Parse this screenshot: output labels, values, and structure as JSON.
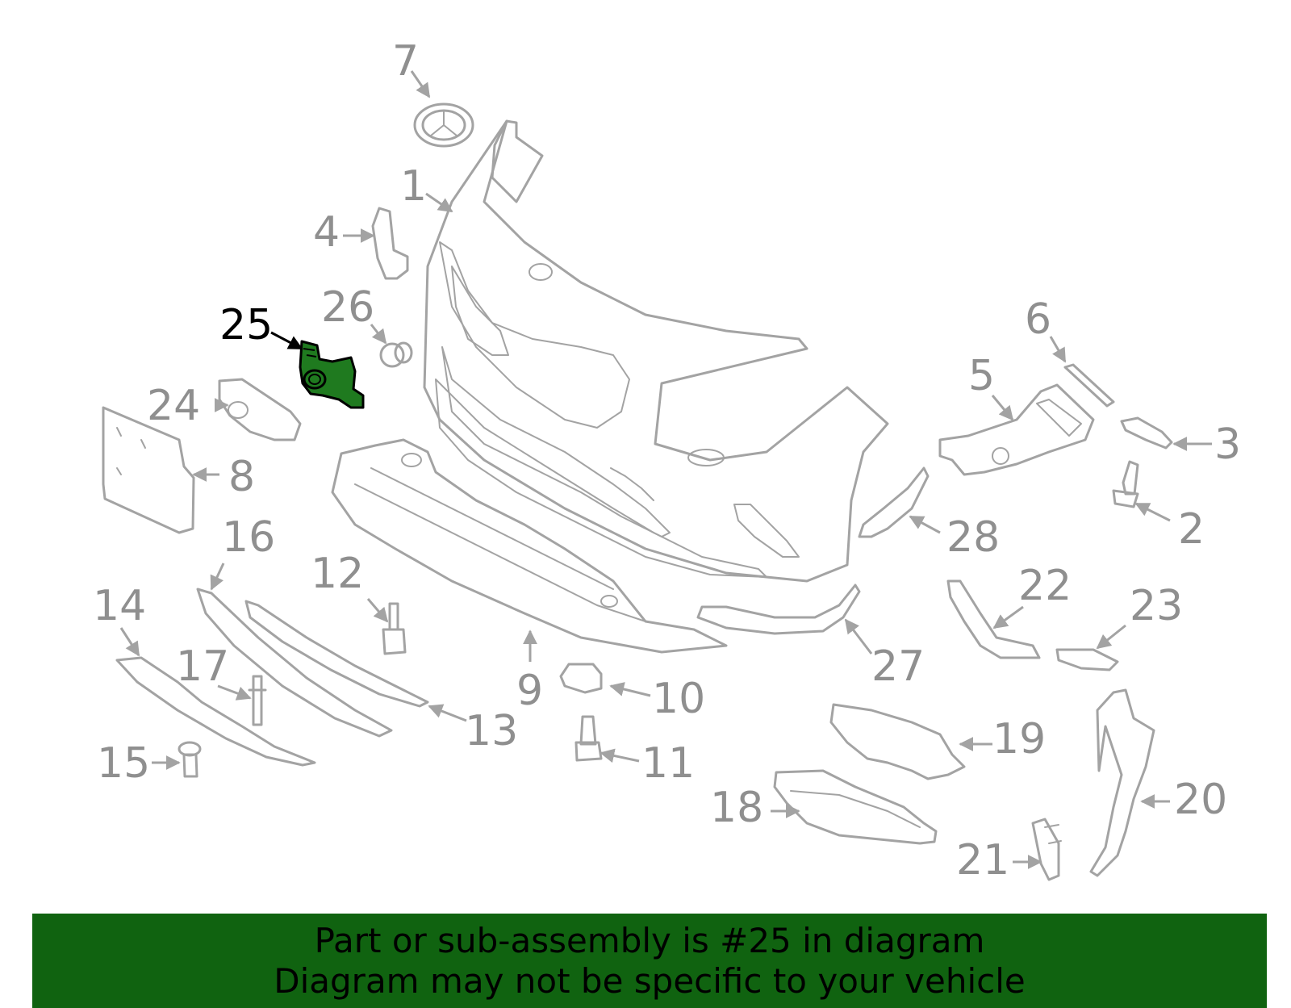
{
  "highlight": {
    "part_number": "25",
    "color": "#1f7a1f"
  },
  "callouts": {
    "c1": "1",
    "c2": "2",
    "c3": "3",
    "c4": "4",
    "c5": "5",
    "c6": "6",
    "c7": "7",
    "c8": "8",
    "c9": "9",
    "c10": "10",
    "c11": "11",
    "c12": "12",
    "c13": "13",
    "c14": "14",
    "c15": "15",
    "c16": "16",
    "c17": "17",
    "c18": "18",
    "c19": "19",
    "c20": "20",
    "c21": "21",
    "c22": "22",
    "c23": "23",
    "c24": "24",
    "c25": "25",
    "c26": "26",
    "c27": "27",
    "c28": "28"
  },
  "banner": {
    "line1": "Part or sub-assembly is #25 in diagram",
    "line2": "Diagram may not be specific to your vehicle",
    "background": "#106310"
  }
}
